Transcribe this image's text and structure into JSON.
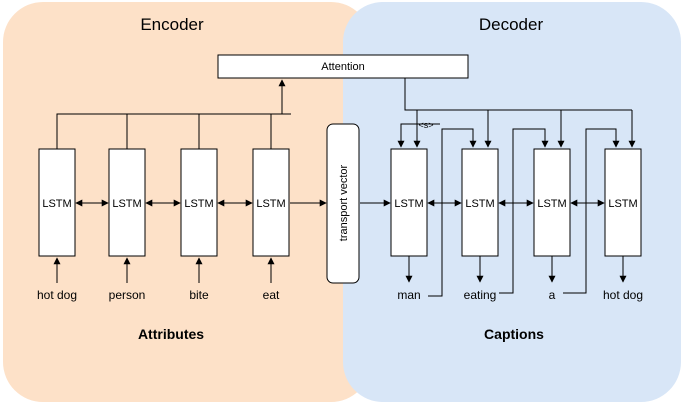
{
  "encoder": {
    "title": "Encoder",
    "section_label": "Attributes",
    "fill": "#fde1c8",
    "cell_label": "LSTM",
    "inputs": [
      "hot dog",
      "person",
      "bite",
      "eat"
    ]
  },
  "decoder": {
    "title": "Decoder",
    "section_label": "Captions",
    "fill": "#d8e6f7",
    "cell_label": "LSTM",
    "start_token": "<s>",
    "outputs": [
      "man",
      "eating",
      "a",
      "hot dog"
    ]
  },
  "attention": {
    "label": "Attention"
  },
  "transport": {
    "label": "transport vector"
  }
}
